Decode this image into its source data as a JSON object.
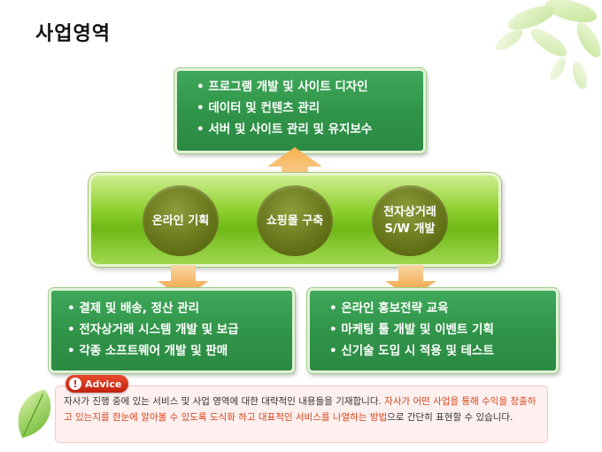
{
  "title": "사업영역",
  "top_box": {
    "items": [
      "프로그램 개발 및 사이트 디자인",
      "데이터 및 컨텐츠 관리",
      "서버 및 사이트 관리 및 유지보수"
    ]
  },
  "circles": [
    {
      "label": "온라인 기획"
    },
    {
      "label": "쇼핑몰 구축"
    },
    {
      "label_line1": "전자상거래",
      "label_line2": "S/W 개발"
    }
  ],
  "left_box": {
    "items": [
      "결제 및 배송, 정산 관리",
      "전자상거래 시스템 개발 및 보급",
      "각종 소프트웨어 개발 및 판매"
    ]
  },
  "right_box": {
    "items": [
      "온라인 홍보전략 교육",
      "마케팅 툴 개발 및 이벤트 기획",
      "신기술 도입 시 적용 및 테스트"
    ]
  },
  "advice": {
    "badge_icon": "!",
    "badge_label": "Advice",
    "text_1": "자사가 진행 중에 있는 서비스 및 사업 영역에 대한 대략적인 내용들을 기재합니다. ",
    "text_2": "자사가 어떤 사업을 통해 수익을 창출하고 있는지를 한눈에 알아볼 수 있도록 도식화 하고 대표적인 서비스를 나열하는 방법",
    "text_3": "으로 간단히 표현할 수 있습니다."
  },
  "colors": {
    "box_green": "#2f9348",
    "band_green": "#8ccf2c",
    "circle_olive": "#5f6d14",
    "arrow_orange": "#f29a2e",
    "advice_red": "#d42b13",
    "highlight_orange": "#d4461a"
  }
}
